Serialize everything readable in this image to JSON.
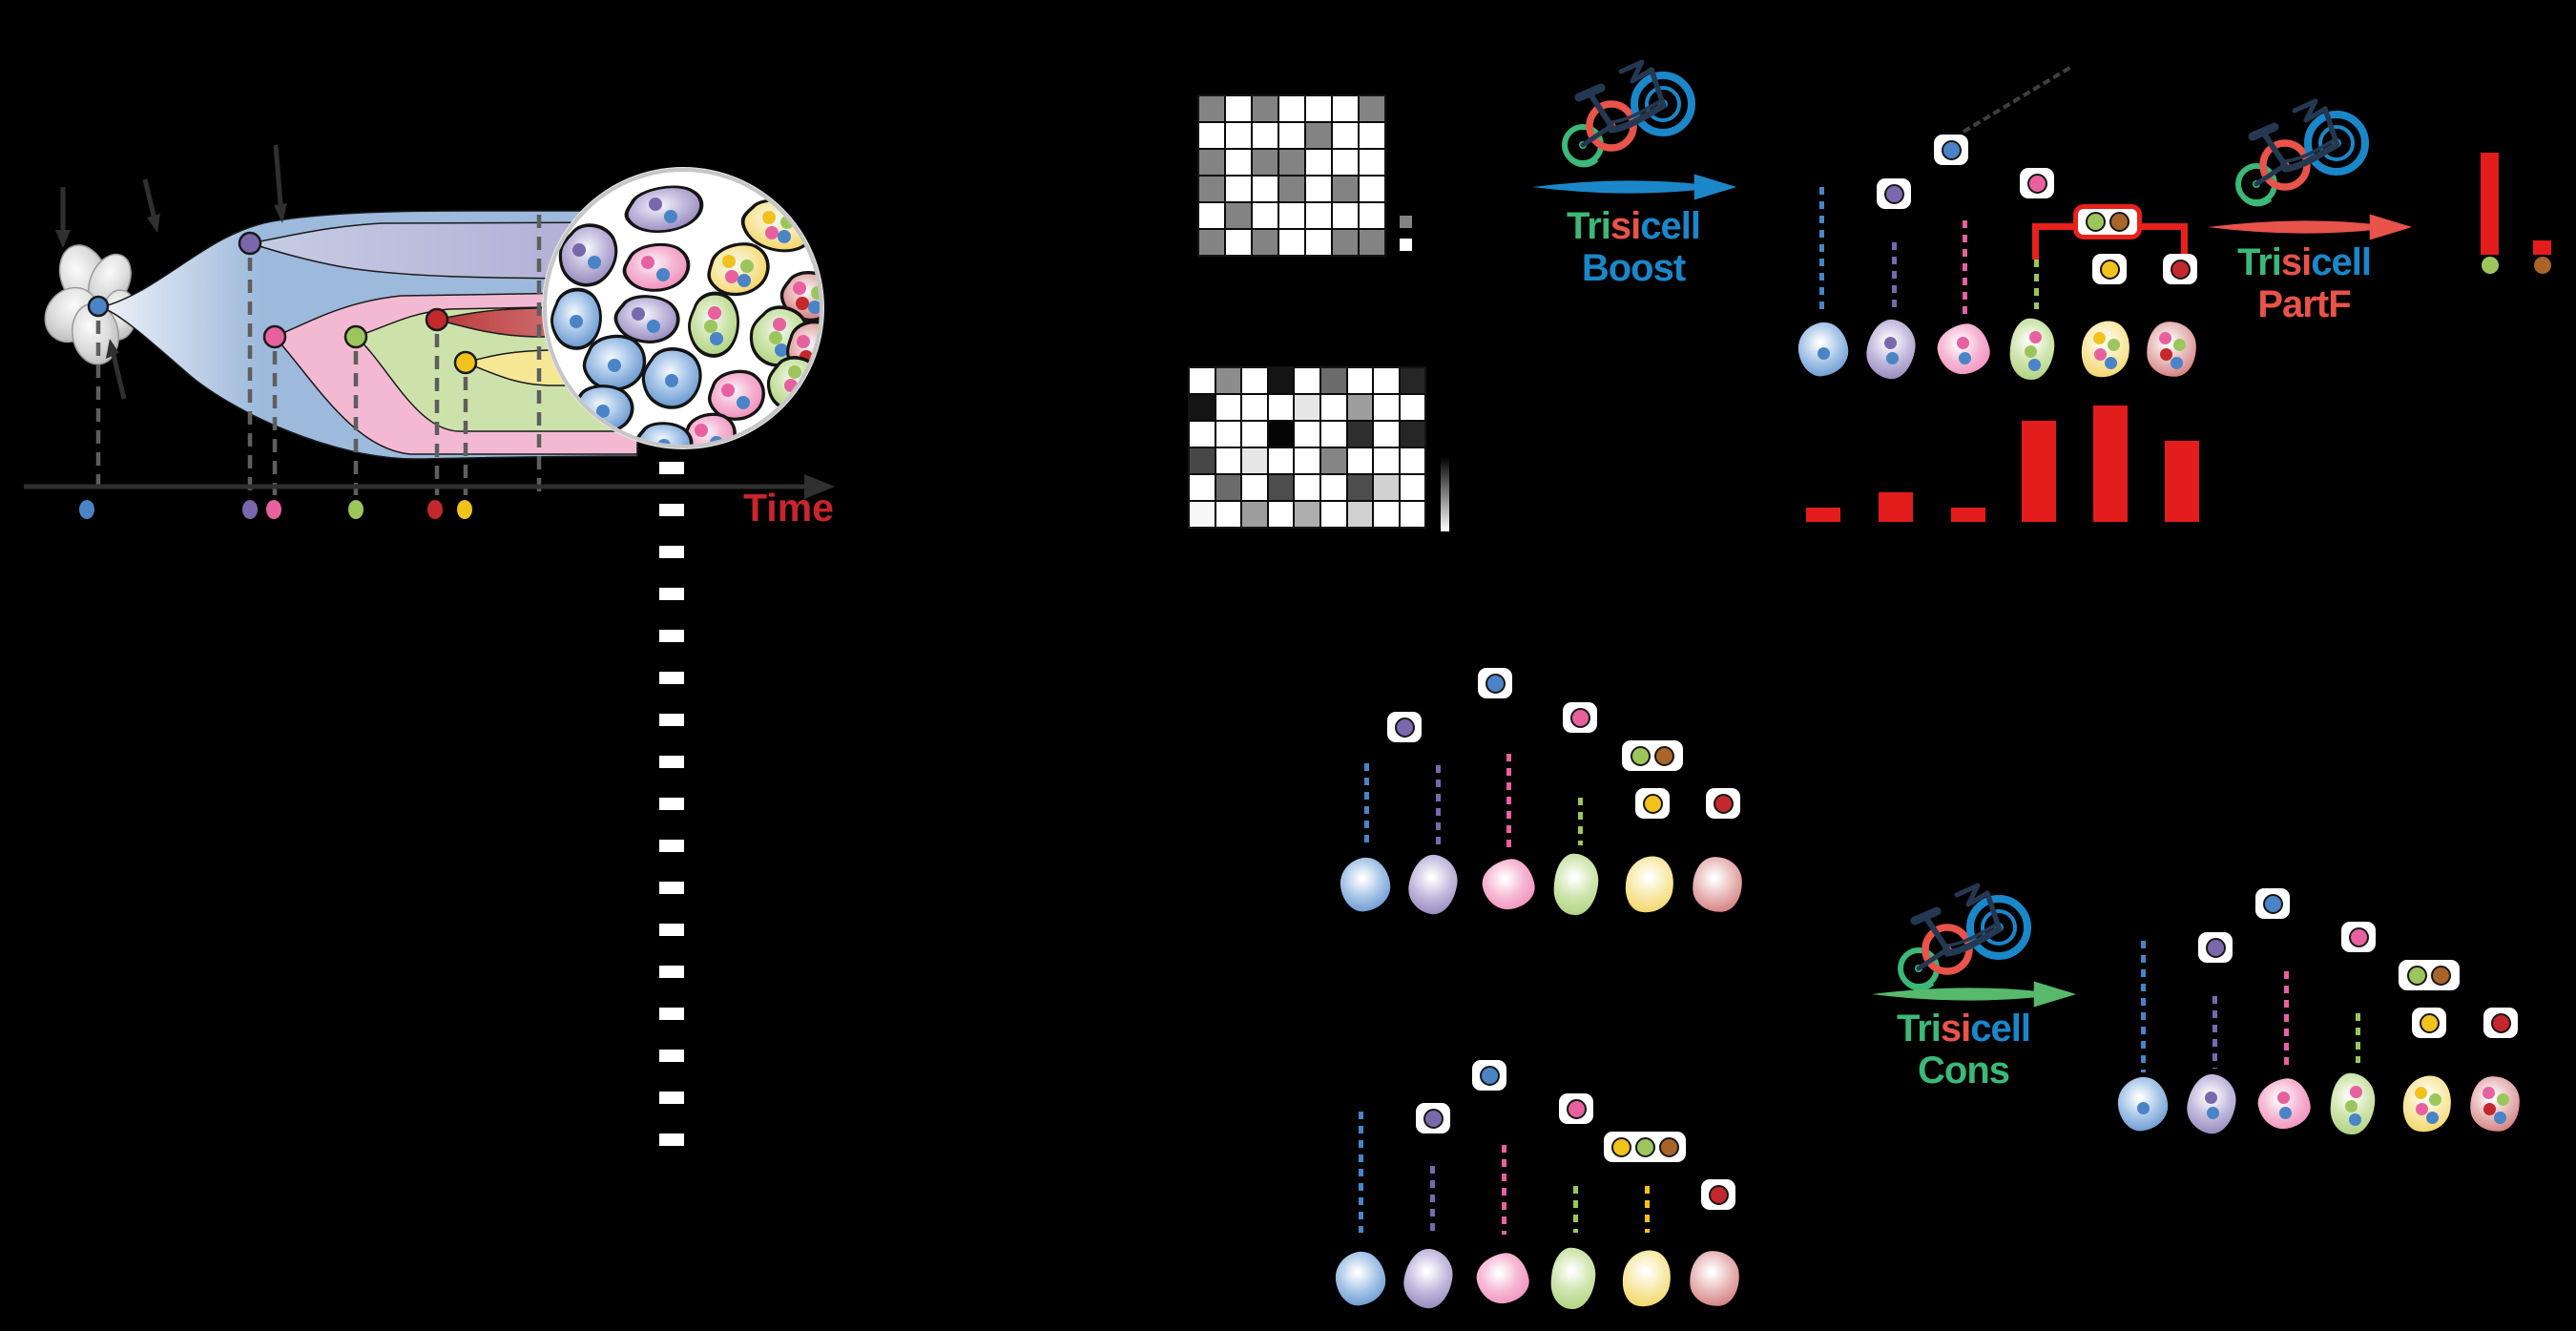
{
  "figure": {
    "title_hidden": "",
    "description": "Trisicell overview figure: tumor clonal evolution over time, single-cell genotype and expression matrices, Trisicell Boost inferred tree with PartF mutation placement scores, two candidate trees combined by Trisicell Cons into a consensus tree"
  },
  "palette": {
    "blue": "#4a84c6",
    "purple": "#7a68ad",
    "pink": "#e8619f",
    "green": "#9cc65c",
    "red": "#c3282d",
    "yellow": "#f2c21c",
    "brown": "#a9642a",
    "blue_l": "#a7c6e8",
    "blue_d": "#5588c5",
    "purple_l": "#c3bbdd",
    "purple_d": "#8a7cb5",
    "pink_l": "#f6b8d4",
    "pink_d": "#ee82b4",
    "green_l": "#cfe5ad",
    "green_d": "#a8cf78",
    "yellow_l": "#f8e9a8",
    "yellow_d": "#f0cf55",
    "red_l": "#e8b8b8",
    "red_d": "#cc6a6a",
    "band_blue": "#9db9dc",
    "band_purple": "#b2aad2",
    "band_pink": "#f3b9d2",
    "band_green": "#cde2ab",
    "band_yellow": "#f6e794",
    "band_red_dark": "#b93a3a",
    "band_red_light": "#dd9090",
    "matrix_gray": "#838383",
    "bar_red": "#e31c1c",
    "bracket_red": "#e8211d",
    "brand_green": "#3cb878",
    "brand_red": "#e8534a",
    "brand_blue": "#1b87c9",
    "arrow_green": "#57b96c",
    "frame_navy": "#253852",
    "time_red": "#c9252c",
    "axis_dark": "#303030",
    "dash_gray": "#5e5e5e"
  },
  "timeline": {
    "label": "Time",
    "dot_order": [
      "blue",
      "purple",
      "pink",
      "green",
      "red",
      "yellow"
    ]
  },
  "fishplot": {
    "founder_clone": "blue",
    "subclone_order": [
      "blue",
      "purple",
      "pink",
      "green",
      "red",
      "yellow"
    ],
    "normal_cell_cluster": "gray"
  },
  "icons": [
    {
      "name": "tricycle-icon",
      "meaning": "Trisicell tool logo (green/red/blue tricycle)"
    },
    {
      "name": "lens-arrow-icon",
      "meaning": "process flow arrow"
    },
    {
      "name": "time-axis-arrow-icon",
      "meaning": "time axis arrowhead"
    },
    {
      "name": "sampling-dashes-icon",
      "meaning": "white dashed sampling line below tumor"
    }
  ],
  "matrices": {
    "genotype": {
      "rows": 6,
      "cols": 7,
      "cells": [
        [
          1,
          0,
          1,
          0,
          0,
          0,
          1
        ],
        [
          0,
          0,
          0,
          0,
          1,
          0,
          0
        ],
        [
          1,
          0,
          1,
          1,
          0,
          0,
          0
        ],
        [
          1,
          0,
          0,
          1,
          0,
          1,
          0
        ],
        [
          0,
          1,
          0,
          0,
          0,
          0,
          0
        ],
        [
          1,
          0,
          1,
          0,
          0,
          1,
          1
        ]
      ],
      "legend_swatches": [
        "gray",
        "white"
      ]
    },
    "expression": {
      "rows": 6,
      "cols": 9,
      "values": [
        [
          1,
          0.55,
          1,
          0.08,
          1,
          0.42,
          1,
          1,
          0.15
        ],
        [
          0.08,
          1,
          1,
          1,
          0.9,
          1,
          0.62,
          1,
          1
        ],
        [
          1,
          1,
          1,
          0.02,
          1,
          1,
          0.18,
          1,
          0.15
        ],
        [
          0.28,
          1,
          0.9,
          1,
          1,
          0.52,
          1,
          1,
          1
        ],
        [
          1,
          0.42,
          1,
          0.3,
          1,
          1,
          0.3,
          0.82,
          1
        ],
        [
          0.97,
          1,
          0.62,
          1,
          0.68,
          1,
          0.82,
          1,
          1
        ]
      ],
      "colorbar": {
        "top": "#000000",
        "bottom": "#ffffff"
      }
    }
  },
  "tools": {
    "brand": {
      "tri": "Tri",
      "si": "si",
      "cell": "cell"
    },
    "boost": {
      "name": "Boost"
    },
    "partf": {
      "name": "PartF"
    },
    "cons": {
      "name": "Cons"
    }
  },
  "trees": {
    "boost": {
      "nodes": [
        {
          "id": "blue",
          "mutations": [
            "blue"
          ]
        },
        {
          "id": "purple",
          "mutations": [
            "purple"
          ]
        },
        {
          "id": "pink",
          "mutations": [
            "pink"
          ]
        },
        {
          "id": "multi",
          "mutations": [
            "green",
            "brown"
          ],
          "highlighted": true
        },
        {
          "id": "yellow",
          "mutations": [
            "yellow"
          ]
        },
        {
          "id": "red",
          "mutations": [
            "red"
          ]
        }
      ],
      "cells": [
        {
          "clone": "blue",
          "mutations": [
            "blue"
          ]
        },
        {
          "clone": "purple",
          "mutations": [
            "purple",
            "blue"
          ]
        },
        {
          "clone": "pink",
          "mutations": [
            "pink",
            "blue"
          ]
        },
        {
          "clone": "green",
          "mutations": [
            "pink",
            "green",
            "blue"
          ]
        },
        {
          "clone": "yellow",
          "mutations": [
            "yellow",
            "green",
            "pink",
            "blue"
          ]
        },
        {
          "clone": "red",
          "mutations": [
            "pink",
            "green",
            "red",
            "blue"
          ]
        }
      ]
    },
    "candidate1": {
      "nodes": [
        {
          "id": "blue",
          "mutations": [
            "blue"
          ]
        },
        {
          "id": "purple",
          "mutations": [
            "purple"
          ]
        },
        {
          "id": "pink",
          "mutations": [
            "pink"
          ]
        },
        {
          "id": "multi",
          "mutations": [
            "green",
            "brown"
          ]
        },
        {
          "id": "yellow",
          "mutations": [
            "yellow"
          ]
        },
        {
          "id": "red",
          "mutations": [
            "red"
          ]
        }
      ],
      "cells": [
        {
          "clone": "blue",
          "mutations": []
        },
        {
          "clone": "purple",
          "mutations": []
        },
        {
          "clone": "pink",
          "mutations": []
        },
        {
          "clone": "green",
          "mutations": []
        },
        {
          "clone": "yellow",
          "mutations": []
        },
        {
          "clone": "red",
          "mutations": []
        }
      ]
    },
    "candidate2": {
      "nodes": [
        {
          "id": "blue",
          "mutations": [
            "blue"
          ]
        },
        {
          "id": "purple",
          "mutations": [
            "purple"
          ]
        },
        {
          "id": "pink",
          "mutations": [
            "pink"
          ]
        },
        {
          "id": "multi",
          "mutations": [
            "yellow",
            "green",
            "brown"
          ]
        },
        {
          "id": "red",
          "mutations": [
            "red"
          ]
        }
      ],
      "cells": [
        {
          "clone": "blue",
          "mutations": []
        },
        {
          "clone": "purple",
          "mutations": []
        },
        {
          "clone": "pink",
          "mutations": []
        },
        {
          "clone": "green",
          "mutations": []
        },
        {
          "clone": "yellow",
          "mutations": []
        },
        {
          "clone": "red",
          "mutations": []
        }
      ]
    },
    "consensus": {
      "nodes": [
        {
          "id": "blue",
          "mutations": [
            "blue"
          ]
        },
        {
          "id": "purple",
          "mutations": [
            "purple"
          ]
        },
        {
          "id": "pink",
          "mutations": [
            "pink"
          ]
        },
        {
          "id": "multi",
          "mutations": [
            "green",
            "brown"
          ]
        },
        {
          "id": "yellow",
          "mutations": [
            "yellow"
          ]
        },
        {
          "id": "red",
          "mutations": [
            "red"
          ]
        }
      ],
      "cells": [
        {
          "clone": "blue",
          "mutations": [
            "blue"
          ]
        },
        {
          "clone": "purple",
          "mutations": [
            "purple",
            "blue"
          ]
        },
        {
          "clone": "pink",
          "mutations": [
            "pink",
            "blue"
          ]
        },
        {
          "clone": "green",
          "mutations": [
            "pink",
            "green",
            "blue"
          ]
        },
        {
          "clone": "yellow",
          "mutations": [
            "yellow",
            "green",
            "pink",
            "blue"
          ]
        },
        {
          "clone": "red",
          "mutations": [
            "pink",
            "green",
            "red",
            "blue"
          ]
        }
      ]
    }
  },
  "tumor": {
    "cells": [
      {
        "clone": "purple",
        "mutations": [
          "purple",
          "blue"
        ]
      },
      {
        "clone": "yellow",
        "mutations": [
          "yellow",
          "green",
          "pink",
          "blue"
        ]
      },
      {
        "clone": "purple",
        "mutations": [
          "purple",
          "blue"
        ]
      },
      {
        "clone": "pink",
        "mutations": [
          "pink",
          "blue"
        ]
      },
      {
        "clone": "yellow",
        "mutations": [
          "yellow",
          "green",
          "pink",
          "blue"
        ]
      },
      {
        "clone": "red",
        "mutations": [
          "pink",
          "green",
          "red",
          "blue"
        ]
      },
      {
        "clone": "blue",
        "mutations": [
          "blue"
        ]
      },
      {
        "clone": "purple",
        "mutations": [
          "purple",
          "blue"
        ]
      },
      {
        "clone": "green",
        "mutations": [
          "pink",
          "green",
          "blue"
        ]
      },
      {
        "clone": "green",
        "mutations": [
          "pink",
          "green",
          "blue"
        ]
      },
      {
        "clone": "red",
        "mutations": [
          "pink",
          "green",
          "red",
          "blue"
        ]
      },
      {
        "clone": "blue",
        "mutations": [
          "blue"
        ]
      },
      {
        "clone": "blue",
        "mutations": [
          "blue"
        ]
      },
      {
        "clone": "pink",
        "mutations": [
          "pink",
          "blue"
        ]
      },
      {
        "clone": "green",
        "mutations": [
          "green",
          "pink",
          "blue"
        ]
      },
      {
        "clone": "blue",
        "mutations": [
          "blue"
        ]
      },
      {
        "clone": "pink",
        "mutations": [
          "pink",
          "blue"
        ]
      },
      {
        "clone": "blue",
        "mutations": [
          "blue"
        ]
      }
    ]
  },
  "chart_data": [
    {
      "type": "bar",
      "id": "mutation-load-per-clone",
      "categories": [
        "blue-clone",
        "purple-clone",
        "pink-clone",
        "green-clone",
        "yellow-clone",
        "red-clone"
      ],
      "values": [
        0.12,
        0.25,
        0.12,
        0.87,
        1.0,
        0.7
      ],
      "title": "",
      "xlabel": "",
      "ylabel": "",
      "ylim": [
        0,
        1
      ],
      "color": "#e31c1c",
      "grid": false,
      "legend": false
    },
    {
      "type": "bar",
      "id": "partf-placement-scores",
      "categories": [
        "green-mutation",
        "brown-mutation"
      ],
      "values": [
        1.0,
        0.14
      ],
      "title": "",
      "xlabel": "",
      "ylabel": "",
      "ylim": [
        0,
        1
      ],
      "color": "#e31c1c",
      "grid": false,
      "legend": false
    }
  ]
}
